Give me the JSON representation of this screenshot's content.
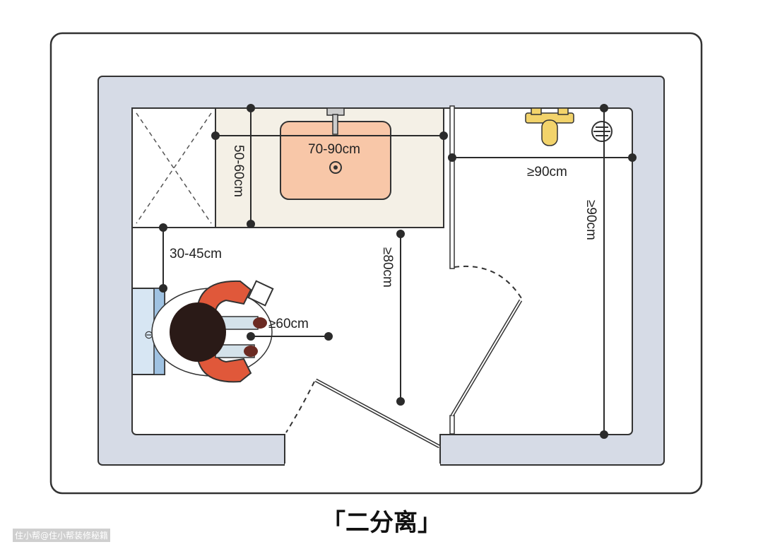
{
  "title": "「二分离」",
  "watermark": "住小帮@住小帮装修秘籍",
  "dimensions": {
    "vanity_depth": "50-60cm",
    "vanity_width": "70-90cm",
    "toilet_width": "≥90cm",
    "toilet_depth": "≥90cm",
    "aisle_width": "≥80cm",
    "tub_clearance": "30-45cm",
    "front_clearance": "≥60cm"
  },
  "colors": {
    "wall": "#d6dbe6",
    "line": "#2b2b2b",
    "sink": "#f8c7a8",
    "counter": "#f4f0e6",
    "toilet": "#f2d36b",
    "tub": "#d7e6f3",
    "person": "#e0583a"
  }
}
